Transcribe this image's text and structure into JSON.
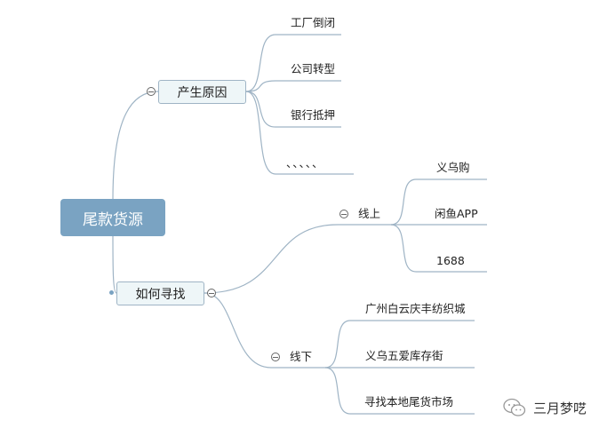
{
  "central": {
    "label": "尾款货源"
  },
  "branches": [
    {
      "label": "产生原因",
      "children": [
        "工厂倒闭",
        "公司转型",
        "银行抵押",
        "、、、、、"
      ]
    },
    {
      "label": "如何寻找",
      "groups": [
        {
          "label": "线上",
          "children": [
            "义乌购",
            "闲鱼APP",
            "1688"
          ]
        },
        {
          "label": "线下",
          "children": [
            "广州白云庆丰纺织城",
            "义乌五爱库存街",
            "寻找本地尾货市场"
          ]
        }
      ]
    }
  ],
  "watermark": {
    "text": "三月梦呓",
    "icon": "wechat-icon"
  },
  "colors": {
    "central_fill": "#7aa3c2",
    "node_fill": "#eef6f8",
    "line": "#9fb4c5"
  }
}
